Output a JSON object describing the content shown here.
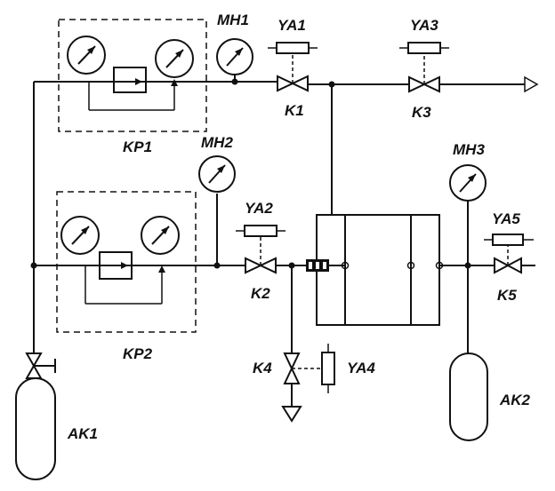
{
  "labels": {
    "mh1": "MH1",
    "mh2": "MH2",
    "mh3": "MH3",
    "ya1": "YA1",
    "ya2": "YA2",
    "ya3": "YA3",
    "ya4": "YA4",
    "ya5": "YA5",
    "k1": "K1",
    "k2": "K2",
    "k3": "K3",
    "k4": "K4",
    "k5": "K5",
    "kp1": "KP1",
    "kp2": "KP2",
    "ak1": "AK1",
    "ak2": "AK2"
  }
}
